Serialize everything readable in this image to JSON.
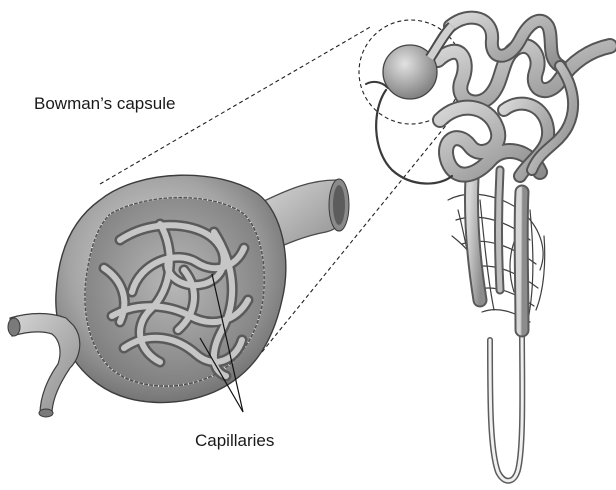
{
  "labels": {
    "bowman": "Bowman’s capsule",
    "capillaries": "Capillaries"
  },
  "icons": {
    "capsule_enlarged": "bowmans-capsule-cutaway",
    "nephron": "nephron-tubule",
    "callout": "magnification-circle"
  },
  "colors": {
    "ink": "#1a1a1a",
    "tissue_dark": "#6e6e6e",
    "tissue_mid": "#9a9a9a",
    "tissue_light": "#c4c4c4",
    "highlight": "#e6e6e6"
  }
}
